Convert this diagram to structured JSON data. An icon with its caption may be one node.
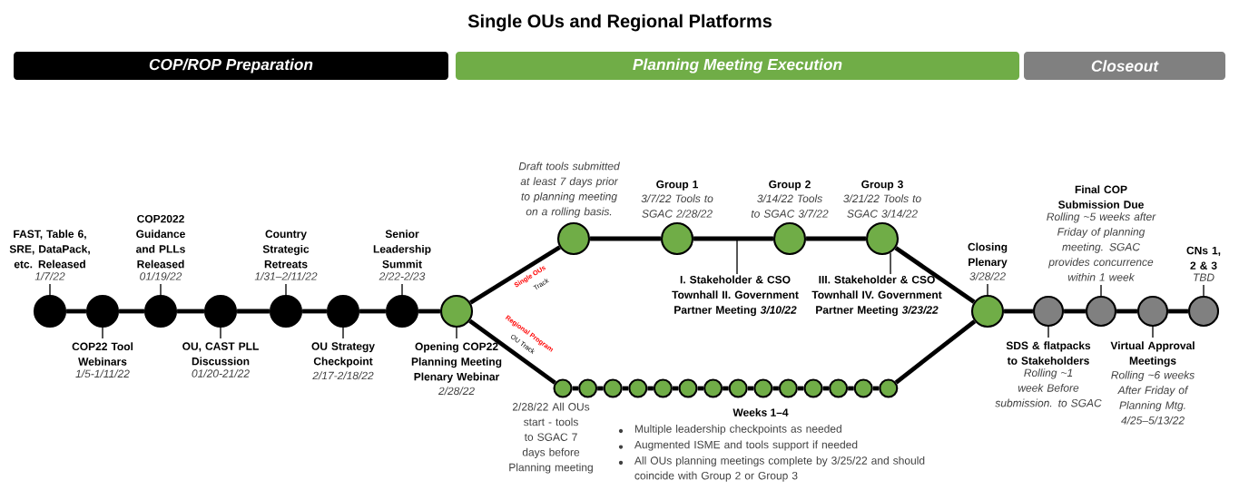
{
  "diagram": {
    "title": "Single OUs and Regional Platforms",
    "nodes": [
      {
        "text": [
          "COP/ROP Preparation"
        ]
      },
      {
        "text": [
          "Planning Meeting Execution"
        ]
      },
      {
        "text": [
          "Closeout"
        ]
      },
      {
        "text": [],
        "shape": "circle",
        "beside": [
          "FAST, Table 6, SRE, DataPack, etc. Released",
          "1/7/22"
        ]
      },
      {
        "text": [],
        "shape": "circle",
        "beside": [
          "COP22 Tool Webinars",
          "1/5-1/11/22"
        ]
      },
      {
        "text": [],
        "shape": "circle",
        "beside": [
          "COP2022 Guidance and PLLs Released",
          "01/19/22"
        ]
      },
      {
        "text": [],
        "shape": "circle",
        "beside": [
          "OU, CAST PLL Discussion",
          "01/20-21/22"
        ]
      },
      {
        "text": [],
        "shape": "circle",
        "beside": [
          "Country Strategic Retreats",
          "1/31–2/11/22"
        ]
      },
      {
        "text": [],
        "shape": "circle",
        "beside": [
          "OU Strategy Checkpoint",
          "2/17-2/18/22"
        ]
      },
      {
        "text": [],
        "shape": "circle",
        "beside": [
          "Senior Leadership Summit",
          "2/22-2/23"
        ]
      },
      {
        "text": [],
        "shape": "circle",
        "beside": [
          "Opening COP22 Planning Meeting Plenary Webinar",
          "2/28/22"
        ]
      },
      {
        "text": [],
        "shape": "circle",
        "beside": [
          "Draft tools submitted at least 7 days prior to planning meeting on a rolling basis."
        ]
      },
      {
        "text": [],
        "shape": "circle",
        "beside": [
          "Group 1",
          "3/7/22 Tools to SGAC 2/28/22"
        ]
      },
      {
        "text": [],
        "shape": "circle",
        "beside": [
          "Group 2",
          "3/14/22 Tools to SGAC 3/7/22"
        ]
      },
      {
        "text": [],
        "shape": "circle",
        "beside": [
          "Group 3",
          "3/21/22 Tools to SGAC 3/14/22"
        ]
      },
      {
        "text": [],
        "shape": "circle",
        "beside": [
          "2/28/22 All OUs start - tools to SGAC 7 days before Planning meeting"
        ]
      },
      {
        "text": [],
        "shape": "circle"
      },
      {
        "text": [],
        "shape": "circle"
      },
      {
        "text": [],
        "shape": "circle"
      },
      {
        "text": [],
        "shape": "circle"
      },
      {
        "text": [],
        "shape": "circle"
      },
      {
        "text": [],
        "shape": "circle"
      },
      {
        "text": [],
        "shape": "circle"
      },
      {
        "text": [],
        "shape": "circle"
      },
      {
        "text": [],
        "shape": "circle"
      },
      {
        "text": [],
        "shape": "circle"
      },
      {
        "text": [],
        "shape": "circle"
      },
      {
        "text": [],
        "shape": "circle"
      },
      {
        "text": [],
        "shape": "circle"
      },
      {
        "text": [],
        "shape": "circle",
        "beside": [
          "Closing Plenary",
          "3/28/22"
        ]
      },
      {
        "text": [],
        "shape": "circle",
        "beside": [
          "SDS & flatpacks to Stakeholders",
          "Rolling ~1 week Before submission. to SGAC"
        ]
      },
      {
        "text": [],
        "shape": "circle",
        "beside": [
          "Final COP Submission Due",
          "Rolling ~5 weeks after Friday of planning meeting. SGAC provides concurrence within 1 week"
        ]
      },
      {
        "text": [],
        "shape": "circle",
        "beside": [
          "Virtual Approval Meetings",
          "Rolling ~6 weeks After Friday of Planning Mtg. 4/25–5/13/22"
        ]
      },
      {
        "text": [],
        "shape": "circle",
        "beside": [
          "CNs 1, 2 & 3",
          "TBD"
        ]
      },
      {
        "text": [
          "I. Stakeholder & CSO Townhall II. Government Partner Meeting *3/10/22*"
        ]
      },
      {
        "text": [
          "III. Stakeholder & CSO Townhall IV. Government Partner Meeting *3/23/22*"
        ]
      }
    ],
    "edges": [
      {
        "from": 3,
        "to": 4,
        "arrow": "none"
      },
      {
        "from": 4,
        "to": 5,
        "arrow": "none"
      },
      {
        "from": 5,
        "to": 6,
        "arrow": "none"
      },
      {
        "from": 6,
        "to": 7,
        "arrow": "none"
      },
      {
        "from": 7,
        "to": 8,
        "arrow": "none"
      },
      {
        "from": 8,
        "to": 9,
        "arrow": "none"
      },
      {
        "from": 9,
        "to": 10,
        "arrow": "none"
      },
      {
        "from": 10,
        "to": 11,
        "arrow": "none"
      },
      {
        "from": 11,
        "to": 12,
        "arrow": "none"
      },
      {
        "from": 12,
        "to": 13,
        "arrow": "none"
      },
      {
        "from": 13,
        "to": 14,
        "arrow": "none"
      },
      {
        "from": 14,
        "to": 29,
        "arrow": "none"
      },
      {
        "from": 10,
        "to": 15,
        "arrow": "none"
      },
      {
        "from": 15,
        "to": 16,
        "arrow": "none"
      },
      {
        "from": 16,
        "to": 17,
        "arrow": "none"
      },
      {
        "from": 17,
        "to": 18,
        "arrow": "none"
      },
      {
        "from": 18,
        "to": 19,
        "arrow": "none"
      },
      {
        "from": 19,
        "to": 20,
        "arrow": "none"
      },
      {
        "from": 20,
        "to": 21,
        "arrow": "none"
      },
      {
        "from": 21,
        "to": 22,
        "arrow": "none"
      },
      {
        "from": 22,
        "to": 23,
        "arrow": "none"
      },
      {
        "from": 23,
        "to": 24,
        "arrow": "none"
      },
      {
        "from": 24,
        "to": 25,
        "arrow": "none"
      },
      {
        "from": 25,
        "to": 26,
        "arrow": "none"
      },
      {
        "from": 26,
        "to": 27,
        "arrow": "none"
      },
      {
        "from": 27,
        "to": 28,
        "arrow": "none"
      },
      {
        "from": 28,
        "to": 29,
        "arrow": "none"
      },
      {
        "from": 29,
        "to": 30,
        "arrow": "none"
      },
      {
        "from": 30,
        "to": 31,
        "arrow": "none"
      },
      {
        "from": 31,
        "to": 32,
        "arrow": "none"
      },
      {
        "from": 32,
        "to": 33,
        "arrow": "none"
      },
      {
        "from": 34,
        "to": null,
        "arrow": "none"
      },
      {
        "from": 35,
        "to": 14,
        "arrow": "none"
      }
    ],
    "labels": [
      "Single OUs",
      "Track",
      "Regional Program",
      "OU Track",
      "Weeks 1–4",
      "Multiple leadership checkpoints as needed",
      "Augmented ISME and tools support if needed",
      "All OUs planning meetings complete by 3/25/22 and should coincide with Group 2 or Group 3"
    ]
  }
}
